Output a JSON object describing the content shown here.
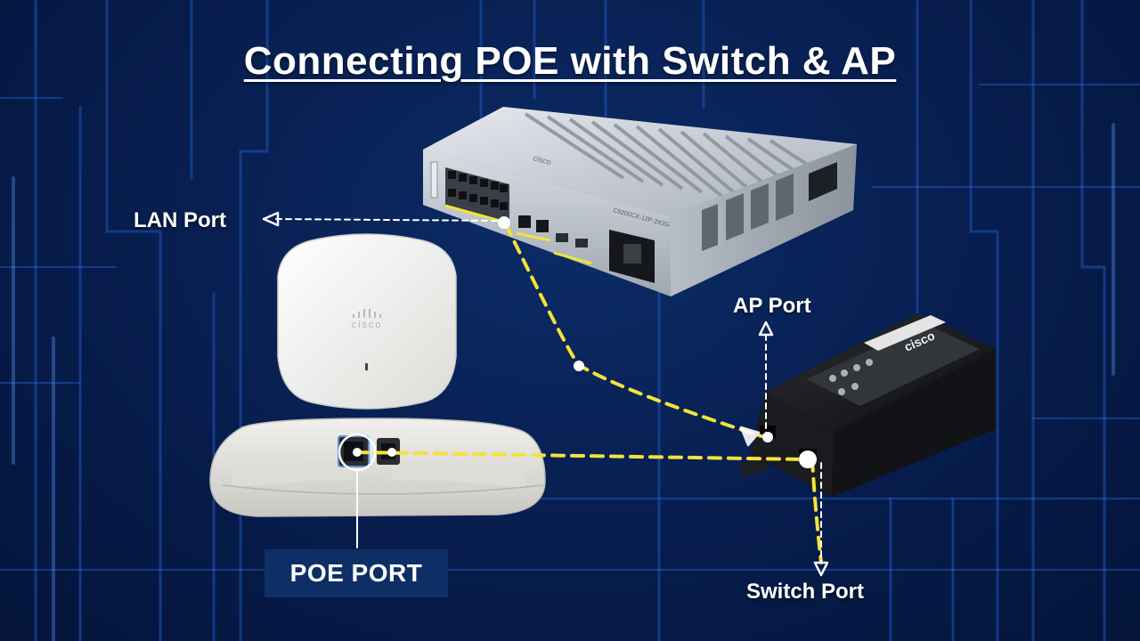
{
  "title": "Connecting POE with Switch & AP",
  "labels": {
    "lan_port": "LAN Port",
    "ap_port": "AP Port",
    "switch_port": "Switch Port",
    "poe_port": "POE PORT"
  },
  "device_text": {
    "switch_brand": "cisco",
    "switch_model": "C9200CX-12P-2X2G",
    "ap_brand": "cisco",
    "injector_brand": "cisco"
  },
  "colors": {
    "background": "#071d4d",
    "cable": "#f2e33a",
    "label_box": "#0e2f66",
    "text": "#ffffff"
  },
  "icons": [
    "circuit-background",
    "switch-device",
    "access-point-device",
    "poe-injector-device",
    "arrow-head-icon"
  ]
}
